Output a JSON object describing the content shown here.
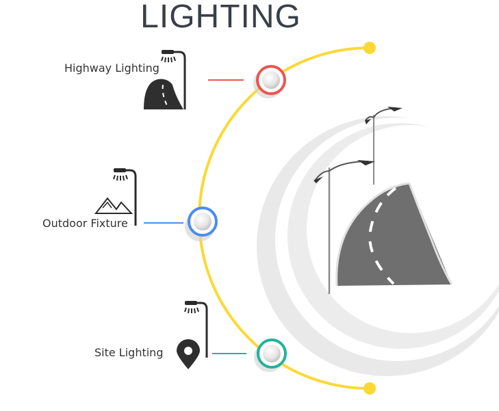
{
  "title": "LIGHTING",
  "items": [
    {
      "label": "Highway Lighting",
      "icon": "highway-lamp-icon",
      "color": "#ef5350"
    },
    {
      "label": "Outdoor Fixture",
      "icon": "mountain-lamp-icon",
      "color": "#4a8cf0"
    },
    {
      "label": "Site Lighting",
      "icon": "location-pin-lamp-icon",
      "color": "#1fb39a"
    }
  ],
  "arc_color": "#fdd835",
  "illustration": "street-lamp-road-illustration"
}
